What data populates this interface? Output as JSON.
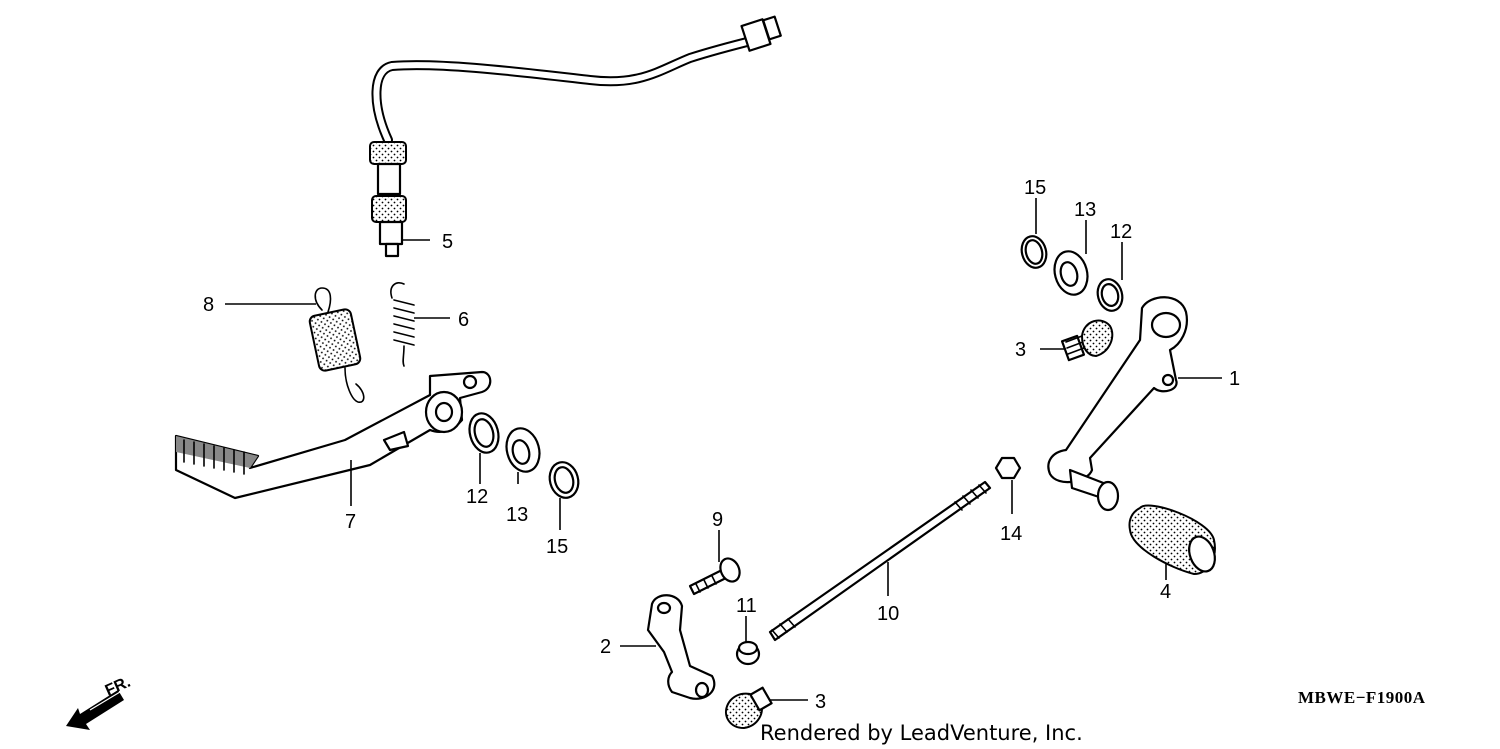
{
  "diagram": {
    "callouts": {
      "c1": "1",
      "c2": "2",
      "c3a": "3",
      "c3b": "3",
      "c4": "4",
      "c5": "5",
      "c6": "6",
      "c7": "7",
      "c8": "8",
      "c9": "9",
      "c10": "10",
      "c11": "11",
      "c12a": "12",
      "c12b": "12",
      "c13a": "13",
      "c13b": "13",
      "c14": "14",
      "c15a": "15",
      "c15b": "15"
    },
    "reference_code": "MBWE−F1900A",
    "credit": "Rendered by LeadVenture, Inc.",
    "direction_label": "FR."
  }
}
